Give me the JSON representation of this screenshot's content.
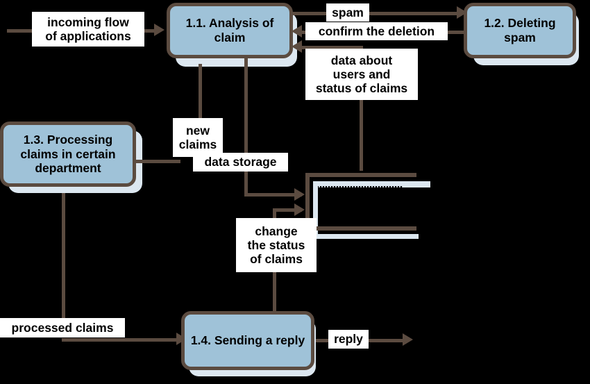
{
  "diagram": {
    "title": "Claim processing data flow diagram",
    "type": "data-flow-diagram",
    "background_color": "#000000",
    "process_fill_color": "#9FC2D8",
    "process_border_color": "#5B4B40",
    "process_shadow_color": "#DCE7F0",
    "flow_line_color": "#5B4B40",
    "label_background_color": "#FFFFFF",
    "label_text_color": "#000000"
  },
  "processes": [
    {
      "id": "p11",
      "label": "1.1. Analysis of\nclaim"
    },
    {
      "id": "p12",
      "label": "1.2. Deleting\nspam"
    },
    {
      "id": "p13",
      "label": "1.3. Processing\nclaims in certain\ndepartment"
    },
    {
      "id": "p14",
      "label": "1.4. Sending a\nreply"
    }
  ],
  "data_store": {
    "id": "ds1",
    "label": "",
    "label_legible": false,
    "note": "open-ended data store rectangle; caption text is obscured/unreadable"
  },
  "flows": [
    {
      "id": "f-incoming",
      "label": "incoming flow\nof applications"
    },
    {
      "id": "f-spam",
      "label": "spam"
    },
    {
      "id": "f-confirm",
      "label": "confirm the deletion"
    },
    {
      "id": "f-userdata",
      "label": "data about\nusers and\nstatus of claims"
    },
    {
      "id": "f-newclaims",
      "label": "new\nclaims"
    },
    {
      "id": "f-datastore",
      "label": "data storage"
    },
    {
      "id": "f-changestat",
      "label": "change\nthe status\nof claims"
    },
    {
      "id": "f-processed",
      "label": "processed claims"
    },
    {
      "id": "f-reply",
      "label": "reply"
    }
  ]
}
